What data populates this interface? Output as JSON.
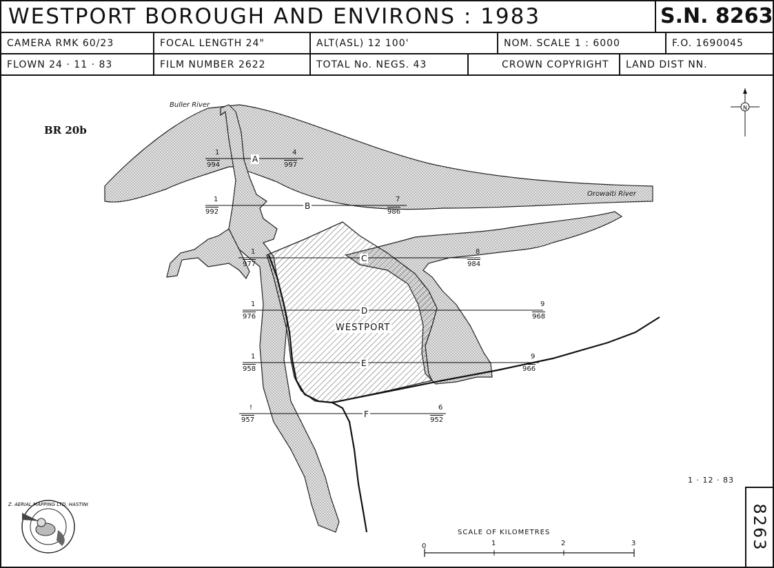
{
  "header": {
    "title": "WESTPORT  BOROUGH  AND  ENVIRONS : 1983",
    "sheet_label": "S.N. 8263"
  },
  "info_row1": {
    "camera": "CAMERA  RMK 60/23",
    "focal_length": "FOCAL LENGTH     24\"",
    "altitude": "ALT(ASL)  12 100'",
    "nominal_scale": "NOM.  SCALE   1 : 6000",
    "fo": "F.O.  1690045"
  },
  "info_row2": {
    "flown": "FLOWN    24 · 11 · 83",
    "film_number": "FILM NUMBER     2622",
    "total_negs": "TOTAL No. NEGS.   43",
    "copyright": "CROWN    COPYRIGHT",
    "land_dist": "LAND DIST    NN."
  },
  "map": {
    "series_code": "BR 20b",
    "rivers": [
      "Buller River",
      "Orowaiti River"
    ],
    "town": "WESTPORT",
    "flight_lines": [
      {
        "letter": "A",
        "start_run": "1",
        "start_neg": "994",
        "end_run": "4",
        "end_neg": "997"
      },
      {
        "letter": "B",
        "start_run": "1",
        "start_neg": "992",
        "end_run": "7",
        "end_neg": "986"
      },
      {
        "letter": "C",
        "start_run": "1",
        "start_neg": "977",
        "end_run": "8",
        "end_neg": "984"
      },
      {
        "letter": "D",
        "start_run": "1",
        "start_neg": "976",
        "end_run": "9",
        "end_neg": "968"
      },
      {
        "letter": "E",
        "start_run": "1",
        "start_neg": "958",
        "end_run": "9",
        "end_neg": "966"
      },
      {
        "letter": "F",
        "start_run": "!",
        "start_neg": "957",
        "end_run": "6",
        "end_neg": "952"
      }
    ],
    "compass_letter": "N"
  },
  "scale_bar": {
    "title": "SCALE     OF     KILOMETRES",
    "ticks": [
      "0",
      "1",
      "2",
      "3"
    ]
  },
  "logo": {
    "text": "N.Z. AERIAL MAPPING LTD. HASTINGS"
  },
  "footer": {
    "date": "1 · 12 · 83",
    "sheet_number": "8263"
  },
  "colors": {
    "ink": "#111111",
    "river_fill": "#d8d8d8",
    "town_hatch": "#555555"
  }
}
